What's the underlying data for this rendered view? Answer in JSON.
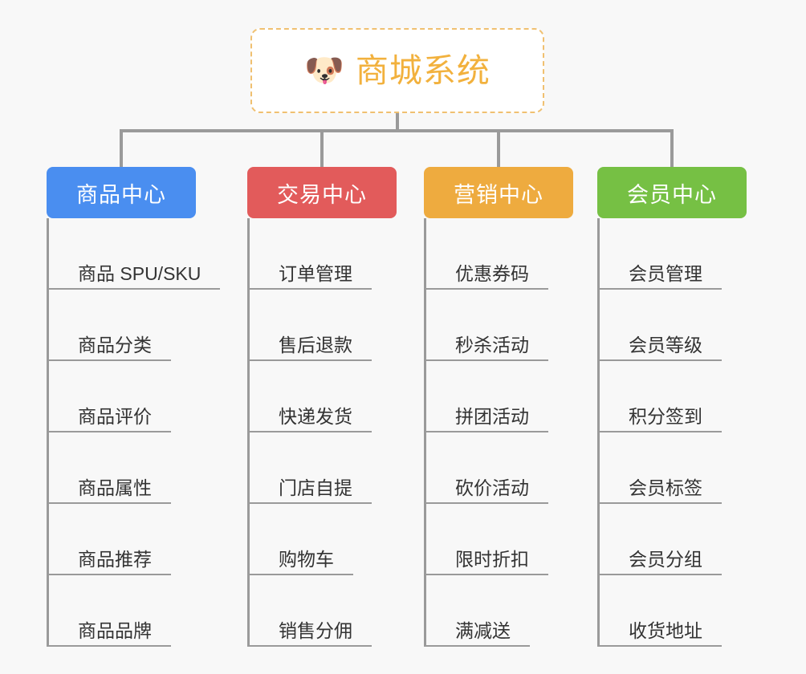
{
  "background_color": "#f8f8f8",
  "root": {
    "icon": "shiba-dog-emoji",
    "icon_glyph": "🐶",
    "title": "商城系统",
    "text_color": "#f2b13d",
    "border_color": "#f0c070",
    "fill_color": "#ffffff"
  },
  "connector_color": "#9a9a9a",
  "columns": [
    {
      "id": "product-center",
      "title": "商品中心",
      "color": "#4a8ef0",
      "items": [
        "商品 SPU/SKU",
        "商品分类",
        "商品评价",
        "商品属性",
        "商品推荐",
        "商品品牌"
      ]
    },
    {
      "id": "trade-center",
      "title": "交易中心",
      "color": "#e25b5b",
      "items": [
        "订单管理",
        "售后退款",
        "快递发货",
        "门店自提",
        "购物车",
        "销售分佣"
      ]
    },
    {
      "id": "marketing-center",
      "title": "营销中心",
      "color": "#eeab3f",
      "items": [
        "优惠券码",
        "秒杀活动",
        "拼团活动",
        "砍价活动",
        "限时折扣",
        "满减送"
      ]
    },
    {
      "id": "member-center",
      "title": "会员中心",
      "color": "#76c044",
      "items": [
        "会员管理",
        "会员等级",
        "积分签到",
        "会员标签",
        "会员分组",
        "收货地址"
      ]
    }
  ]
}
